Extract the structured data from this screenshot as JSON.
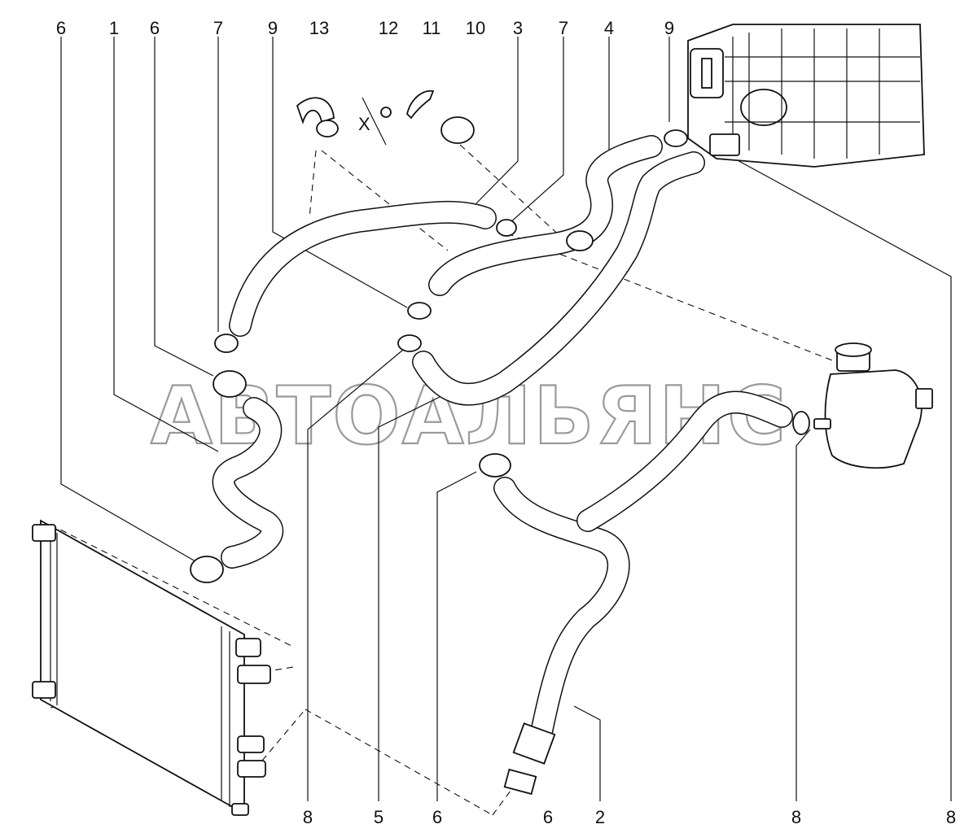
{
  "watermark": "АВТОАЛЬЯНС",
  "callouts_top": [
    "6",
    "1",
    "6",
    "7",
    "9",
    "13",
    "12",
    "11",
    "10",
    "3",
    "7",
    "4",
    "9"
  ],
  "callouts_bottom": [
    "8",
    "5",
    "6",
    "6",
    "2",
    "8",
    "8"
  ],
  "axis_mark": "X"
}
